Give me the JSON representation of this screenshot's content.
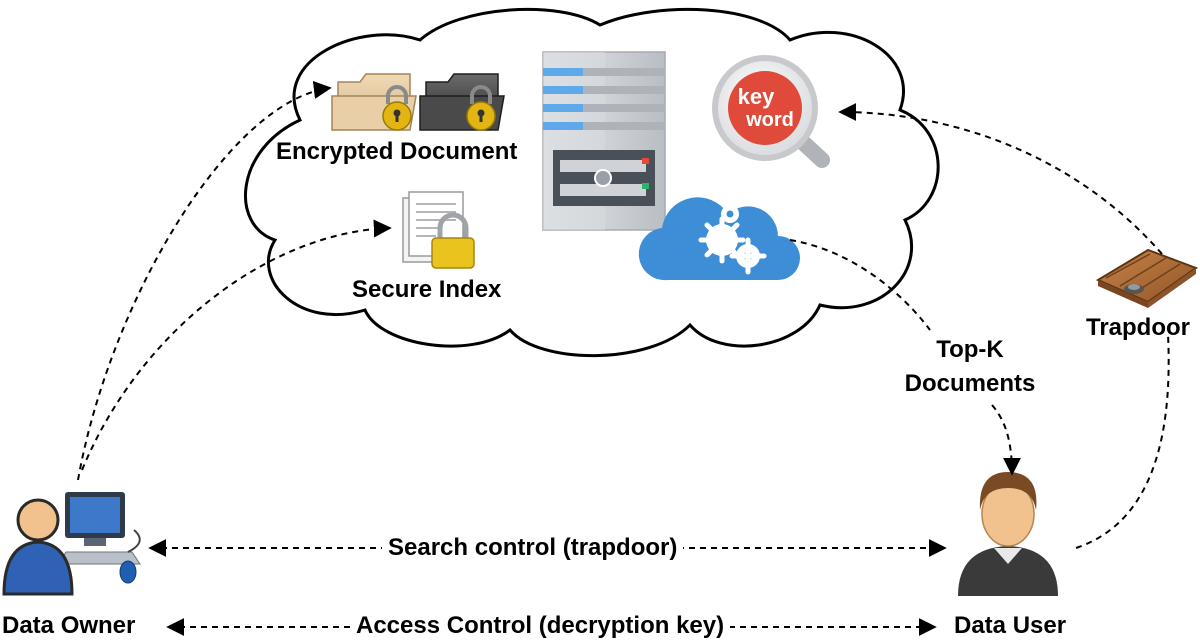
{
  "labels": {
    "encrypted_document": "Encrypted Document",
    "secure_index": "Secure Index",
    "top_k_line1": "Top-K",
    "top_k_line2": "Documents",
    "trapdoor": "Trapdoor",
    "data_owner": "Data Owner",
    "data_user": "Data User",
    "search_control": "Search control (trapdoor)",
    "access_control": "Access Control (decryption key)"
  },
  "icons": {
    "keyword_badge_line1": "key",
    "keyword_badge_line2": "word"
  },
  "colors": {
    "keyword_red": "#e04a3a",
    "cloud_blue": "#3d8ed6",
    "lock_gold": "#e2b512",
    "server_gray": "#c9cdd2",
    "server_stripe": "#5da9e9",
    "trapdoor_wood": "#b5703a",
    "user_skin": "#f2c28e",
    "owner_blue": "#2f62b5"
  }
}
